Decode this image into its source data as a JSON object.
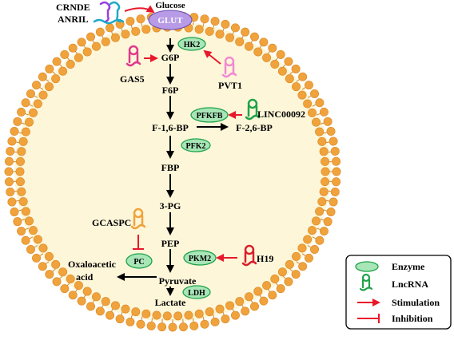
{
  "colors": {
    "membrane_head": "#f0a23c",
    "cytoplasm": "#fdf6d9",
    "enzyme_fill": "#a8e6b8",
    "enzyme_stroke": "#1fa24a",
    "glut_fill": "#b79be6",
    "stimulation": "#e8182b",
    "inhibition": "#e8182b",
    "arrow": "#000000"
  },
  "metabolites": {
    "glucose": "Glucose",
    "g6p": "G6P",
    "f6p": "F6P",
    "f16bp": "F-1,6-BP",
    "f26bp": "F-2,6-BP",
    "fbp": "FBP",
    "pg3": "3-PG",
    "pep": "PEP",
    "pyruvate": "Pyruvate",
    "lactate": "Lactate",
    "oxaloacetic": "Oxaloacetic",
    "oxaloacetic2": "acid"
  },
  "enzymes": {
    "glut": "GLUT",
    "hk2": "HK2",
    "pfkfb": "PFKFB",
    "pfk2": "PFK2",
    "pc": "PC",
    "pkm2": "PKM2",
    "ldh": "LDH"
  },
  "lncrnas": {
    "crnde": "CRNDE",
    "anril": "ANRIL",
    "gas5": "GAS5",
    "pvt1": "PVT1",
    "linc00092": "LINC00092",
    "gcaspc": "GCASPC",
    "h19": "H19"
  },
  "legend": {
    "enzyme": "Enzyme",
    "lncrna": "LncRNA",
    "stimulation": "Stimulation",
    "inhibition": "Inhibition"
  }
}
